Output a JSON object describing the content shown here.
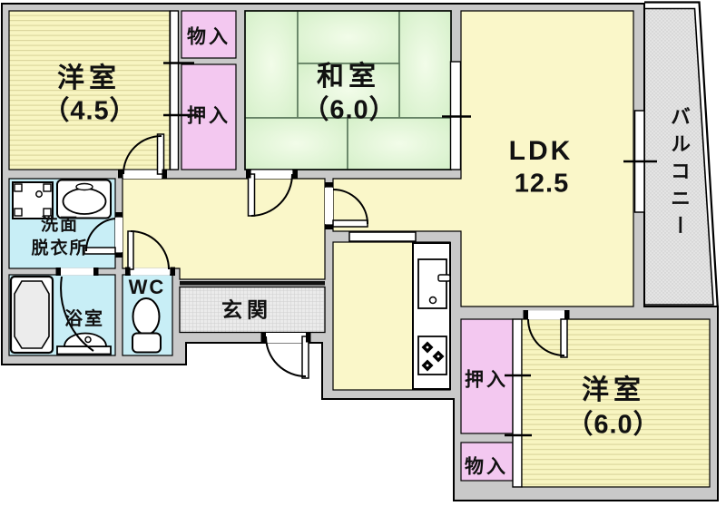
{
  "rooms": {
    "western_room_1": {
      "label": "洋室",
      "size": "（4.5）"
    },
    "japanese_room": {
      "label": "和室",
      "size": "（6.0）"
    },
    "ldk": {
      "label": "LDK",
      "size": "12.5"
    },
    "western_room_2": {
      "label": "洋室",
      "size": "（6.0）"
    },
    "balcony": {
      "label": "バルコニー"
    },
    "entrance": {
      "label": "玄関"
    },
    "bathroom": {
      "label": "浴室"
    },
    "washroom": {
      "label_line1": "洗面",
      "label_line2": "脱衣所"
    },
    "toilet": {
      "label": "WC"
    },
    "storage_top": {
      "label": "物入"
    },
    "closet_top": {
      "label": "押入"
    },
    "closet_bottom": {
      "label": "押入"
    },
    "storage_bottom": {
      "label": "物入"
    }
  },
  "colors": {
    "wall": "#c9c9c9",
    "room_yellow": "#faf7c9",
    "stripe_yellow": "#f8f5c1",
    "stripe_line": "#dcd79e",
    "tatami_green": "#d5f0cb",
    "tatami_light": "#f2fce9",
    "closet_pink": "#f3c8f0",
    "wet_blue": "#c8eef6",
    "balcony_gray": "#e4e4e4",
    "entrance_gray": "#ebebeb",
    "outline": "#000000"
  }
}
